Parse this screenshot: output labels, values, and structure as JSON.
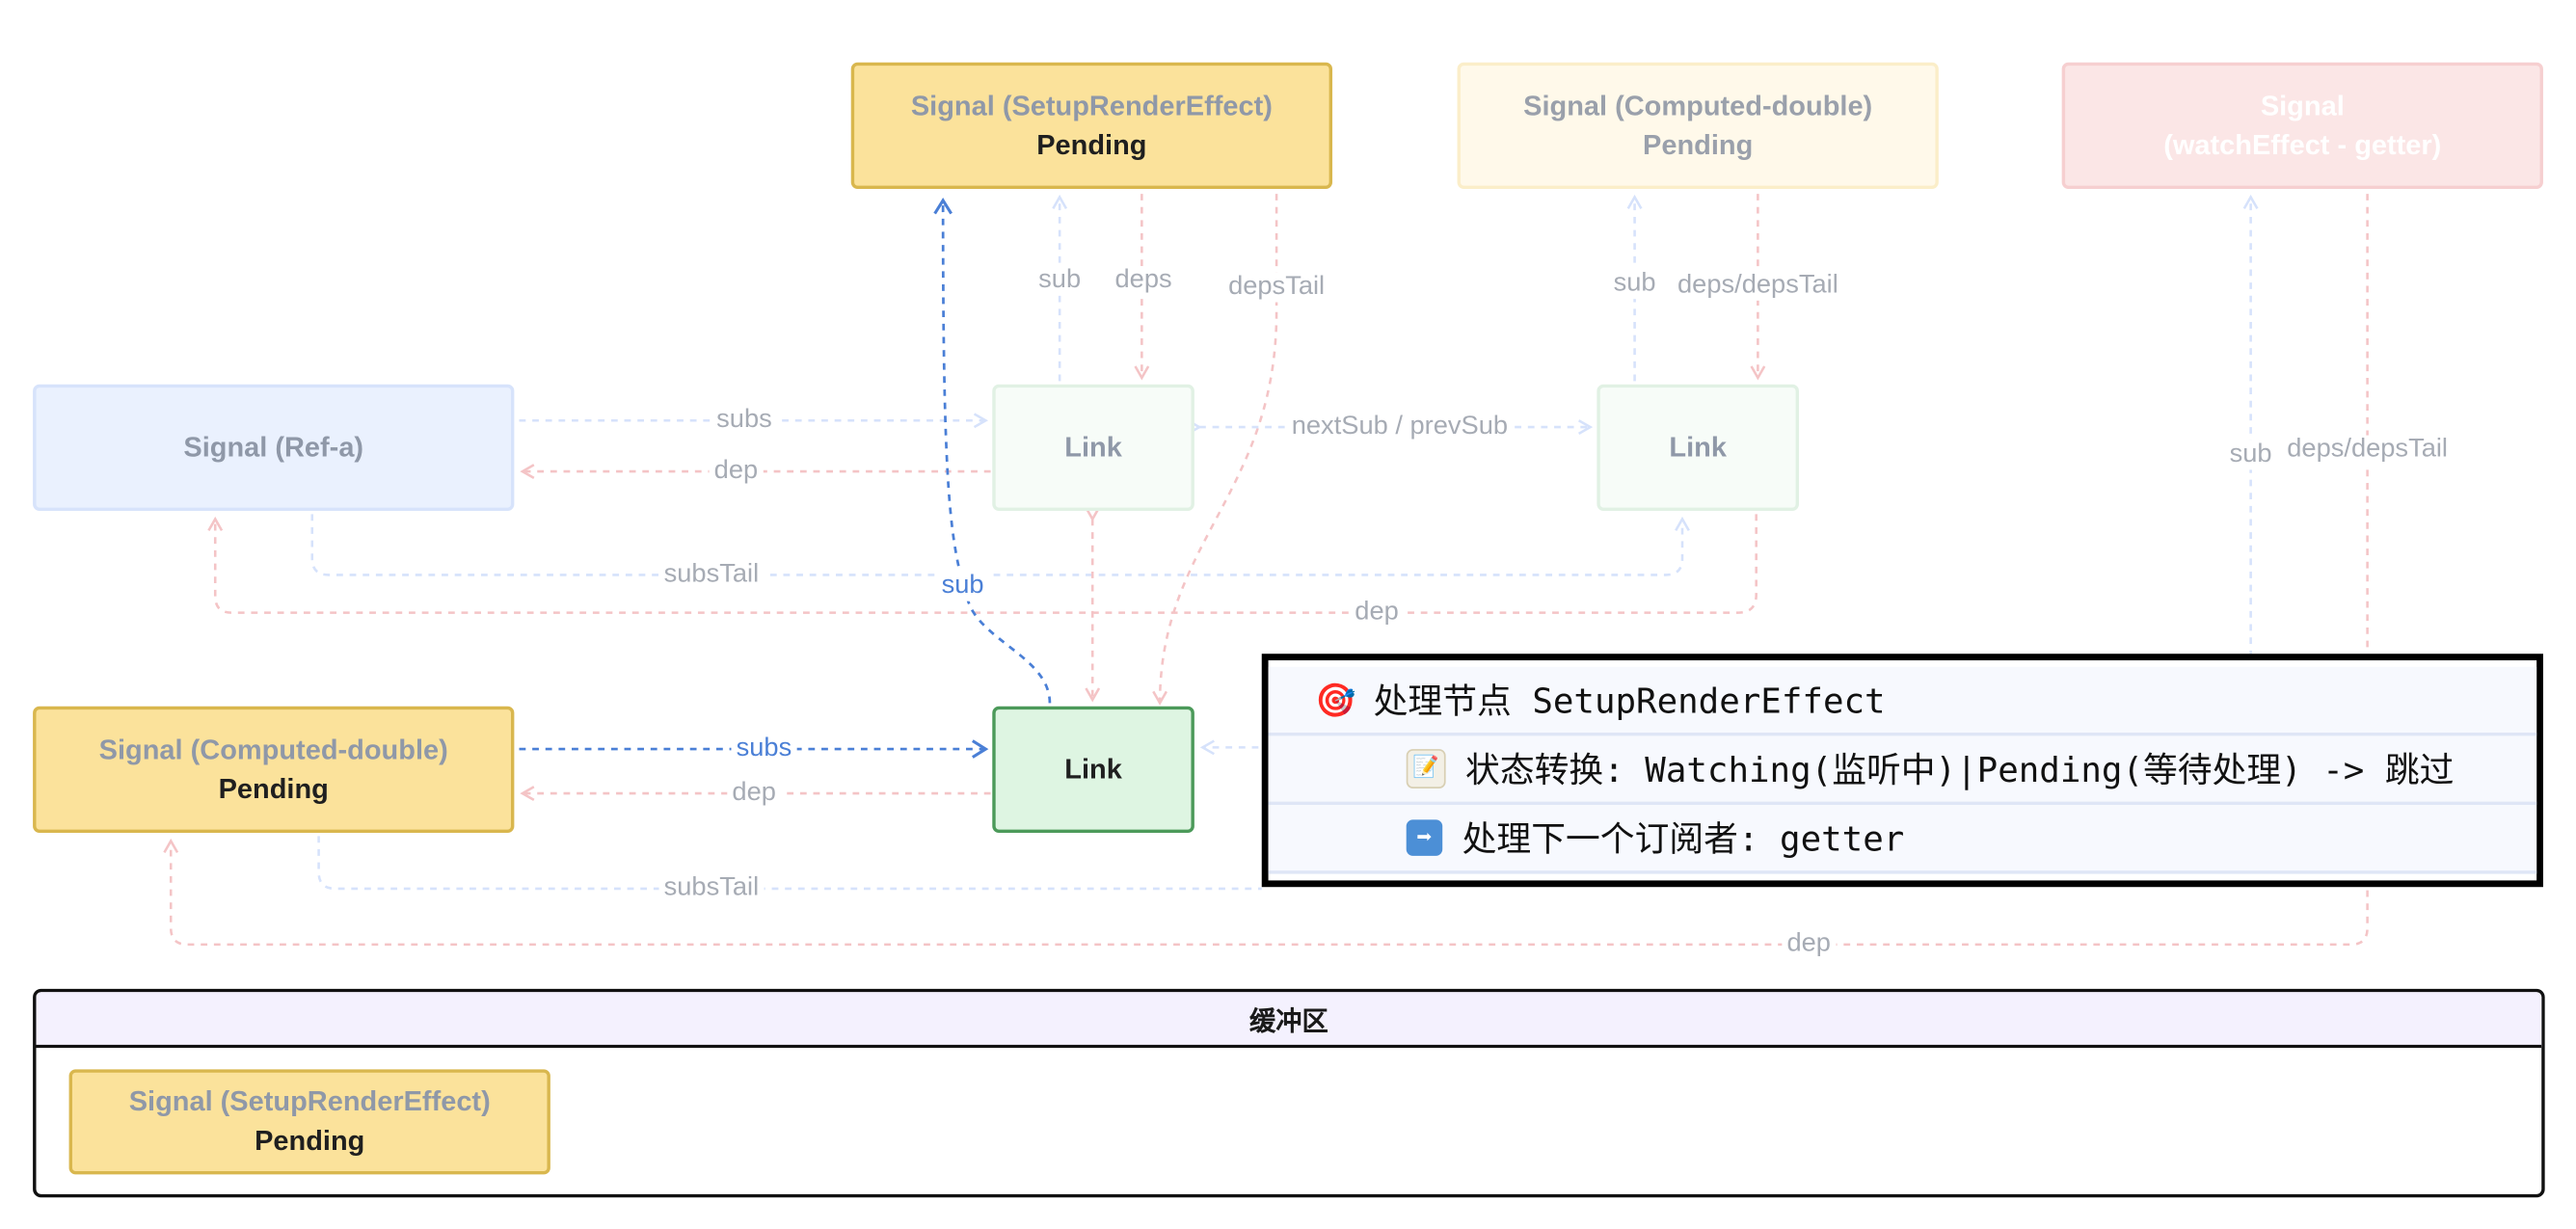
{
  "nodes": {
    "render_top": {
      "title": "Signal (SetupRenderEffect)",
      "status": "Pending"
    },
    "computed_top": {
      "title": "Signal (Computed-double)",
      "status": "Pending"
    },
    "watch_top": {
      "title": "Signal",
      "subtitle": "(watchEffect - getter)"
    },
    "ref_a": {
      "title": "Signal (Ref-a)"
    },
    "link_mid_left": {
      "title": "Link"
    },
    "link_mid_right": {
      "title": "Link"
    },
    "computed_left": {
      "title": "Signal (Computed-double)",
      "status": "Pending"
    },
    "link_active": {
      "title": "Link"
    }
  },
  "edge_labels": {
    "sub_top": "sub",
    "deps_top": "deps",
    "depstail_top": "depsTail",
    "sub_computed": "sub",
    "deps_depstail_computed": "deps/depsTail",
    "sub_watch": "sub",
    "deps_depstail_watch": "deps/depsTail",
    "subs_ref": "subs",
    "dep_ref": "dep",
    "nextsub_prevsub": "nextSub / prevSub",
    "substail_ref": "subsTail",
    "sub_active": "sub",
    "dep_right": "dep",
    "subs_computed": "subs",
    "dep_computed": "dep",
    "substail_computed": "subsTail",
    "dep_bottom": "dep"
  },
  "log": {
    "rows": [
      {
        "icon": "target-icon",
        "glyph": "🎯",
        "text": "处理节点 SetupRenderEffect"
      },
      {
        "icon": "memo-icon",
        "glyph": "📝",
        "text": "状态转换: Watching(监听中)|Pending(等待处理) -> 跳过"
      },
      {
        "icon": "arrow-right-icon",
        "glyph": "➡",
        "text": "处理下一个订阅者: getter"
      }
    ]
  },
  "buffer": {
    "title": "缓冲区",
    "item": {
      "title": "Signal (SetupRenderEffect)",
      "status": "Pending"
    }
  },
  "colors": {
    "active_edge": "#4a7fd6",
    "faded_blue_edge": "#d6e2fb",
    "faded_red_edge": "#f6cfd0",
    "faded_green_edge": "#f2c7c9",
    "node_yellow": "#fbe29b",
    "node_green": "#def5e2",
    "log_border": "#000000"
  }
}
